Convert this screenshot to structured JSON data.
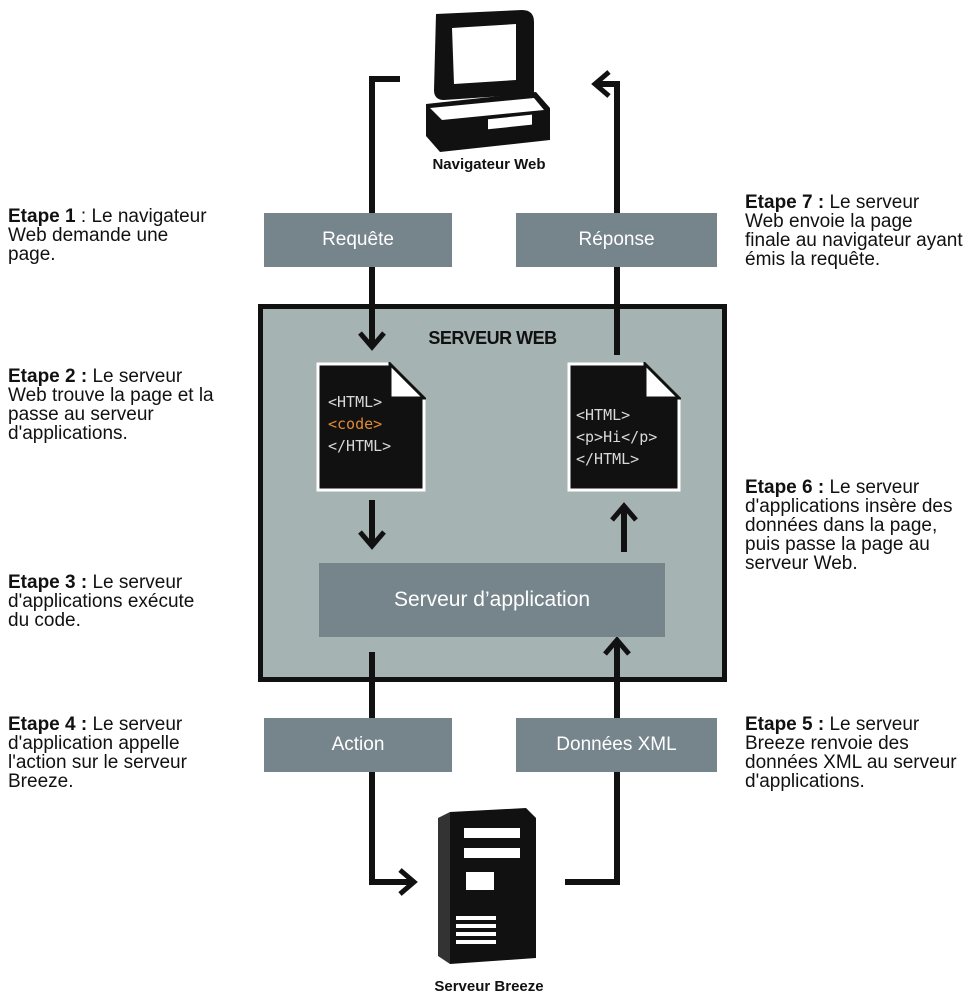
{
  "computer": {
    "label": "Navigateur Web"
  },
  "server_breeze": {
    "label": "Serveur Breeze"
  },
  "web_server": {
    "title": "SERVEUR WEB"
  },
  "bars": {
    "request": "Requête",
    "response": "Réponse",
    "app_server": "Serveur d’application",
    "action": "Action",
    "xml_data": "Données XML"
  },
  "doc_left": {
    "line1": "<HTML>",
    "line2": "<code>",
    "line3": "</HTML>"
  },
  "doc_right": {
    "line1": "<HTML>",
    "line2": "<p>Hi</p>",
    "line3": "</HTML>"
  },
  "steps": {
    "s1": {
      "title": "Etape 1",
      "sep": " : ",
      "text": "Le navigateur Web demande une page."
    },
    "s2": {
      "title": "Etape 2 :",
      "text": " Le serveur Web trouve la page et la passe au serveur d'applications."
    },
    "s3": {
      "title": "Etape 3 :",
      "text": " Le serveur d'applications exécute du code."
    },
    "s4": {
      "title": "Etape 4 :",
      "text": " Le serveur d'application appelle l'action sur le serveur Breeze."
    },
    "s5": {
      "title": "Etape 5 :",
      "text": " Le serveur Breeze renvoie des données XML au serveur d'applications."
    },
    "s6": {
      "title": "Etape 6 :",
      "text": " Le serveur d'applications insère des données dans la page, puis passe la page au serveur Web."
    },
    "s7": {
      "title": "Etape 7 :",
      "text": " Le serveur Web envoie la page finale au navigateur ayant émis la requête."
    }
  }
}
